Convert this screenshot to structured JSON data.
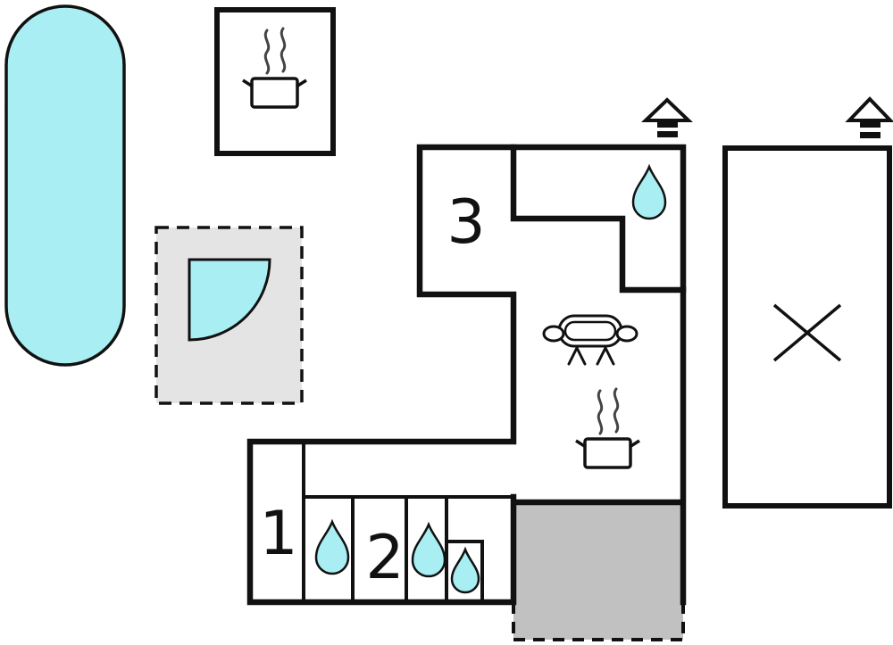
{
  "palette": {
    "water": "#a8eef2",
    "terrace": "#c1c1c1",
    "patio": "#e4e4e4",
    "wall": "#111111",
    "background": "#ffffff"
  },
  "rooms": {
    "room1_label": "1",
    "room2_label": "2",
    "room3_label": "3"
  },
  "icons": {
    "water_drop": "teardrop",
    "stove_pot": "pot-with-steam",
    "sofa": "sofa-top-view",
    "cross": "x-mark",
    "chimney": "roof-with-chimney",
    "corner_bath": "quarter-circle",
    "pool": "rounded-pool"
  }
}
